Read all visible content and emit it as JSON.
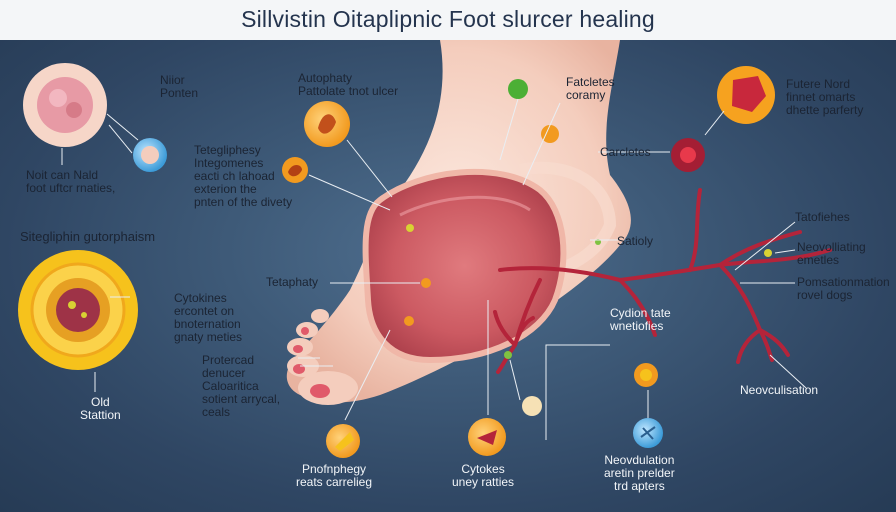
{
  "title": "Sillvistin Oitaplipnic Foot slurcer healing",
  "labels": {
    "niitor": [
      "Niior",
      "Ponten"
    ],
    "noit": [
      "Noit can Nald",
      "foot uftcr rnaties,"
    ],
    "stegliphin": [
      "Sitegliphin gutorphaism"
    ],
    "old": [
      "Old",
      "Stattion"
    ],
    "autophaty": [
      "Autophaty",
      "Pattolate tnot ulcer"
    ],
    "teteglipesy": [
      "Tetegliphesy",
      "Integomenes",
      "eacti ch lahoad",
      "exterion the",
      "pnten of the divety"
    ],
    "tetaphaty": [
      "Tetaphaty"
    ],
    "cytokines_left": [
      "Cytokines",
      "ercontet on",
      "bnoternation",
      "gnaty meties"
    ],
    "protercad": [
      "Protercad",
      "denucer",
      "Caloaritica",
      "sotient arrycal,",
      "ceals"
    ],
    "prophephy": [
      "Pnofnphegy",
      "reats carrelieg"
    ],
    "cytokes": [
      "Cytokes",
      "uney ratties"
    ],
    "necvdulation": [
      "Neovdulation",
      "aretin prelder",
      "trd apters"
    ],
    "fatcletes": [
      "Fatcletes",
      "coramy"
    ],
    "carcletes": [
      "Carcletes"
    ],
    "satioly": [
      "Satioly"
    ],
    "cydion": [
      "Cydion tate",
      "wnetiofies"
    ],
    "futere": [
      "Futere Nord",
      "finnet omarts",
      "dhette parferty"
    ],
    "tatofiehes": [
      "Tatofiehes"
    ],
    "neovoliating": [
      "Neovolliating",
      "emetles"
    ],
    "pomsation": [
      "Pomsationmation",
      "rovel dogs"
    ],
    "neovculisation": [
      "Neovculisation"
    ]
  }
}
